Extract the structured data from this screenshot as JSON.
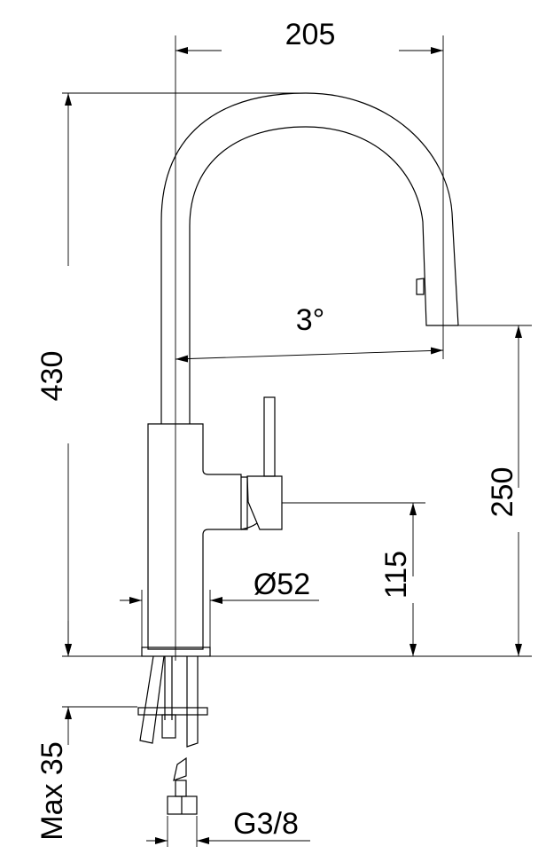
{
  "drawing": {
    "dimensions": {
      "width_top": "205",
      "total_height": "430",
      "spout_angle": "3°",
      "spout_height": "250",
      "lever_height": "115",
      "base_diameter": "Ø52",
      "max_thickness": "Max 35",
      "connection": "G3/8"
    }
  }
}
